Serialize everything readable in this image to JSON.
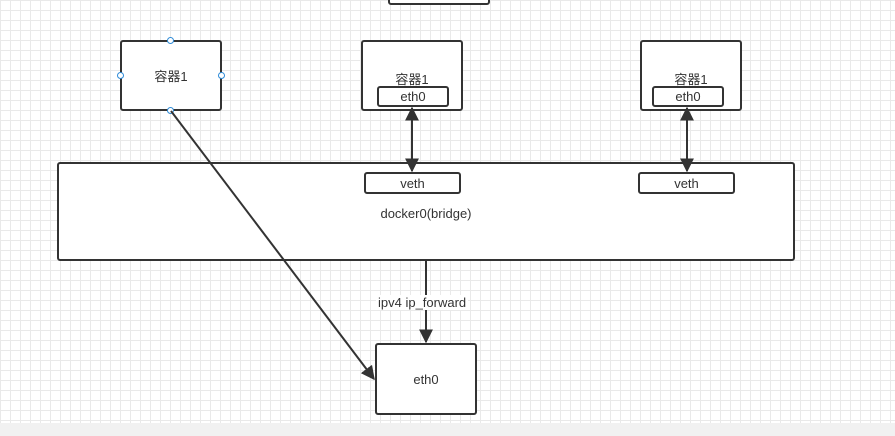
{
  "nodes": {
    "container_left": {
      "label": "容器1"
    },
    "container_mid": {
      "label": "容器1",
      "eth": "eth0"
    },
    "container_right": {
      "label": "容器1",
      "eth": "eth0"
    },
    "bridge": {
      "label": "docker0(bridge)",
      "veth_mid": "veth",
      "veth_right": "veth"
    },
    "host_eth": {
      "label": "eth0"
    }
  },
  "edges": {
    "bridge_to_host_label": "ipv4 ip_forward"
  },
  "colors": {
    "stroke": "#333333",
    "grid": "#e9e9e9",
    "selection_handle": "#2e8bd8"
  }
}
